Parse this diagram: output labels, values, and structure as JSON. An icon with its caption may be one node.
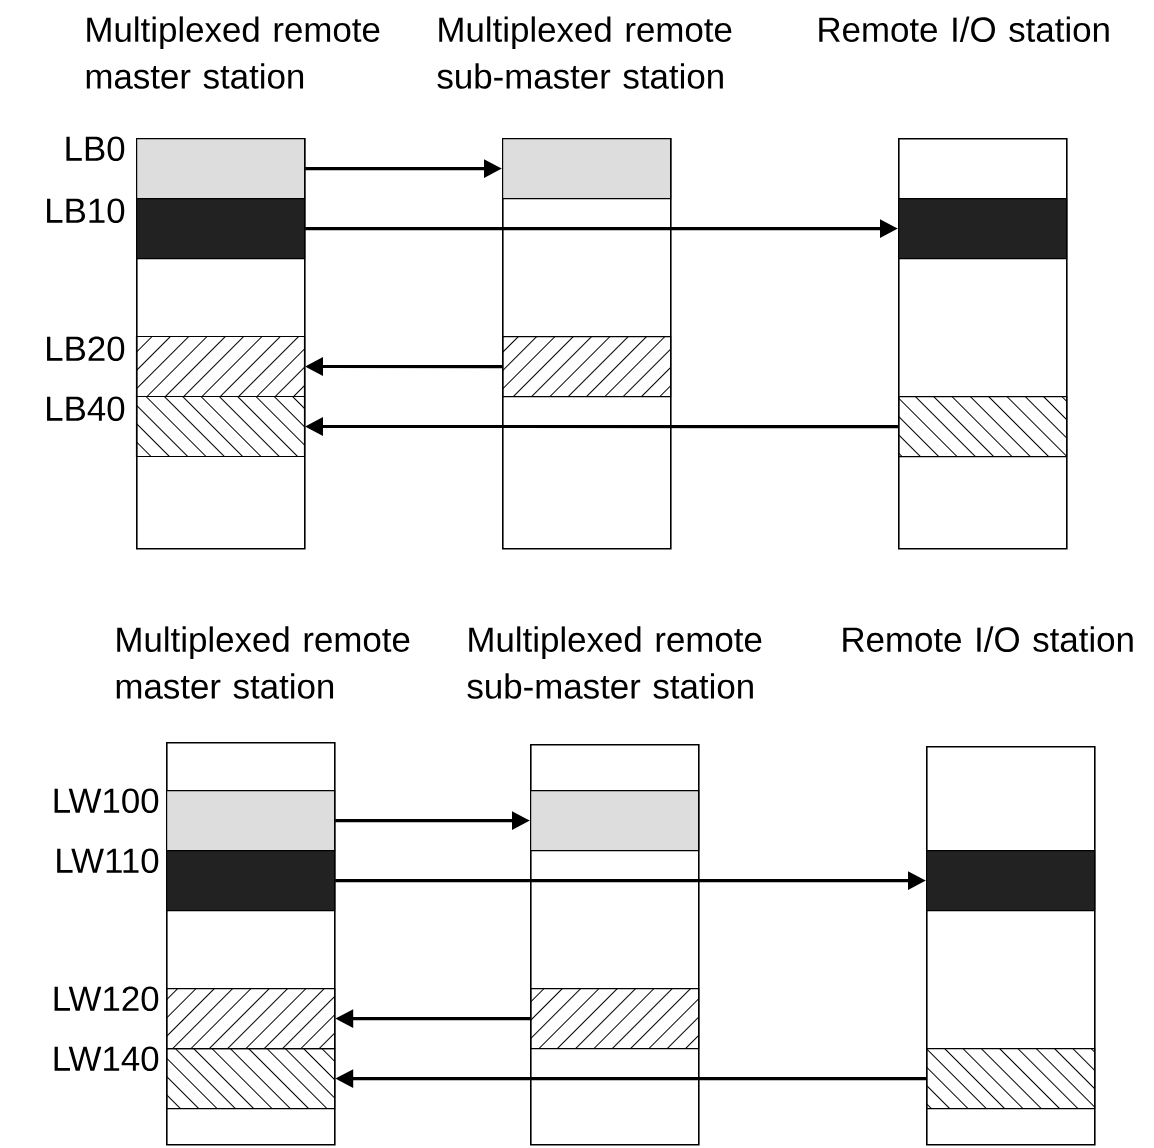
{
  "diagram": {
    "nodes": [
      {
        "text": [
          "Multiplexed remote master station"
        ]
      },
      {
        "text": [],
        "shape": "box",
        "in": 0
      },
      {
        "text": [],
        "shape": "box",
        "in": 0
      },
      {
        "text": [],
        "shape": "box",
        "in": 0
      },
      {
        "text": [],
        "shape": "box",
        "in": 0
      },
      {
        "text": [
          "Multiplexed remote sub-master station"
        ]
      },
      {
        "text": [],
        "shape": "box",
        "in": 5
      },
      {
        "text": [],
        "shape": "box",
        "in": 5
      },
      {
        "text": [
          "Remote I/O station"
        ]
      },
      {
        "text": [],
        "shape": "box",
        "in": 8
      },
      {
        "text": [],
        "shape": "box",
        "in": 8
      },
      {
        "text": [
          "Multiplexed remote master station"
        ]
      },
      {
        "text": [],
        "shape": "box",
        "in": 11
      },
      {
        "text": [],
        "shape": "box",
        "in": 11
      },
      {
        "text": [],
        "shape": "box",
        "in": 11
      },
      {
        "text": [],
        "shape": "box",
        "in": 11
      },
      {
        "text": [
          "Multiplexed remote sub-master station"
        ]
      },
      {
        "text": [],
        "shape": "box",
        "in": 16
      },
      {
        "text": [],
        "shape": "box",
        "in": 16
      },
      {
        "text": [
          "Remote I/O station"
        ]
      },
      {
        "text": [],
        "shape": "box",
        "in": 19
      },
      {
        "text": [],
        "shape": "box",
        "in": 19
      }
    ],
    "edges": [
      {
        "from": 1,
        "to": 6,
        "arrow": "to"
      },
      {
        "from": 2,
        "to": 9,
        "arrow": "to"
      },
      {
        "from": 7,
        "to": 3,
        "arrow": "to"
      },
      {
        "from": 10,
        "to": 4,
        "arrow": "to"
      },
      {
        "from": 12,
        "to": 17,
        "arrow": "to"
      },
      {
        "from": 13,
        "to": 20,
        "arrow": "to"
      },
      {
        "from": 18,
        "to": 14,
        "arrow": "to"
      },
      {
        "from": 21,
        "to": 15,
        "arrow": "to"
      }
    ],
    "labels": [
      "LB0",
      "LB10",
      "LB20",
      "LB40",
      "LW100",
      "LW110",
      "LW120",
      "LW140"
    ]
  }
}
